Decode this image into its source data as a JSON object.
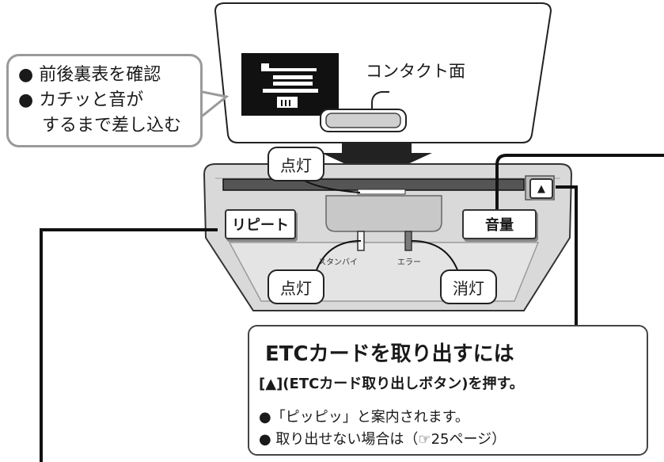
{
  "card": {
    "contact_label": "コンタクト面"
  },
  "left_callout": {
    "line1": "● 前後裏表を確認",
    "line2": "● カチッと音が",
    "line3": "するまで差し込む"
  },
  "device": {
    "repeat_button_label": "リピート",
    "volume_button_label": "音量",
    "eject_button_symbol": "▲",
    "standby_label": "スタンバイ",
    "error_label": "エラー",
    "slot_lamp_tag": "点灯",
    "standby_lamp_tag": "点灯",
    "error_lamp_tag": "消灯"
  },
  "info": {
    "title": "ETCカードを取り出すには",
    "instruction": "[▲](ETCカード取り出しボタン)を押す。",
    "bullet1": "●「ピッピッ」と案内されます。",
    "bullet2": "● 取り出せない場合は（☞25ページ）"
  },
  "colors": {
    "device_body": "#d9d9d9",
    "callout_border": "#9a9a9a",
    "line": "#111111"
  }
}
